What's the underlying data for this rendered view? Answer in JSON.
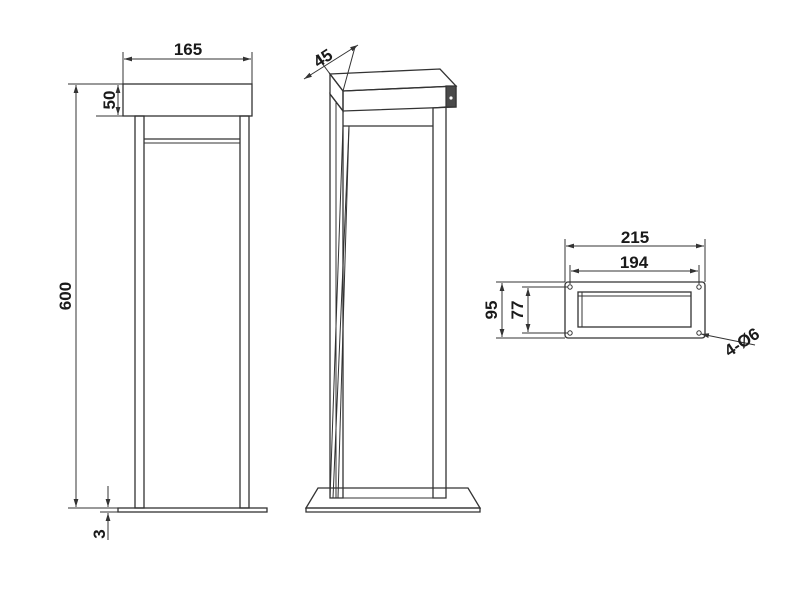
{
  "front_view": {
    "width_label": "165",
    "head_height_label": "50",
    "total_height_label": "600",
    "base_thickness_label": "3"
  },
  "side_view": {
    "depth_label": "45"
  },
  "base_plate": {
    "outer_width_label": "215",
    "hole_spacing_label": "194",
    "outer_depth_label": "95",
    "hole_depth_label": "77",
    "holes_label": "4-Ø6"
  }
}
